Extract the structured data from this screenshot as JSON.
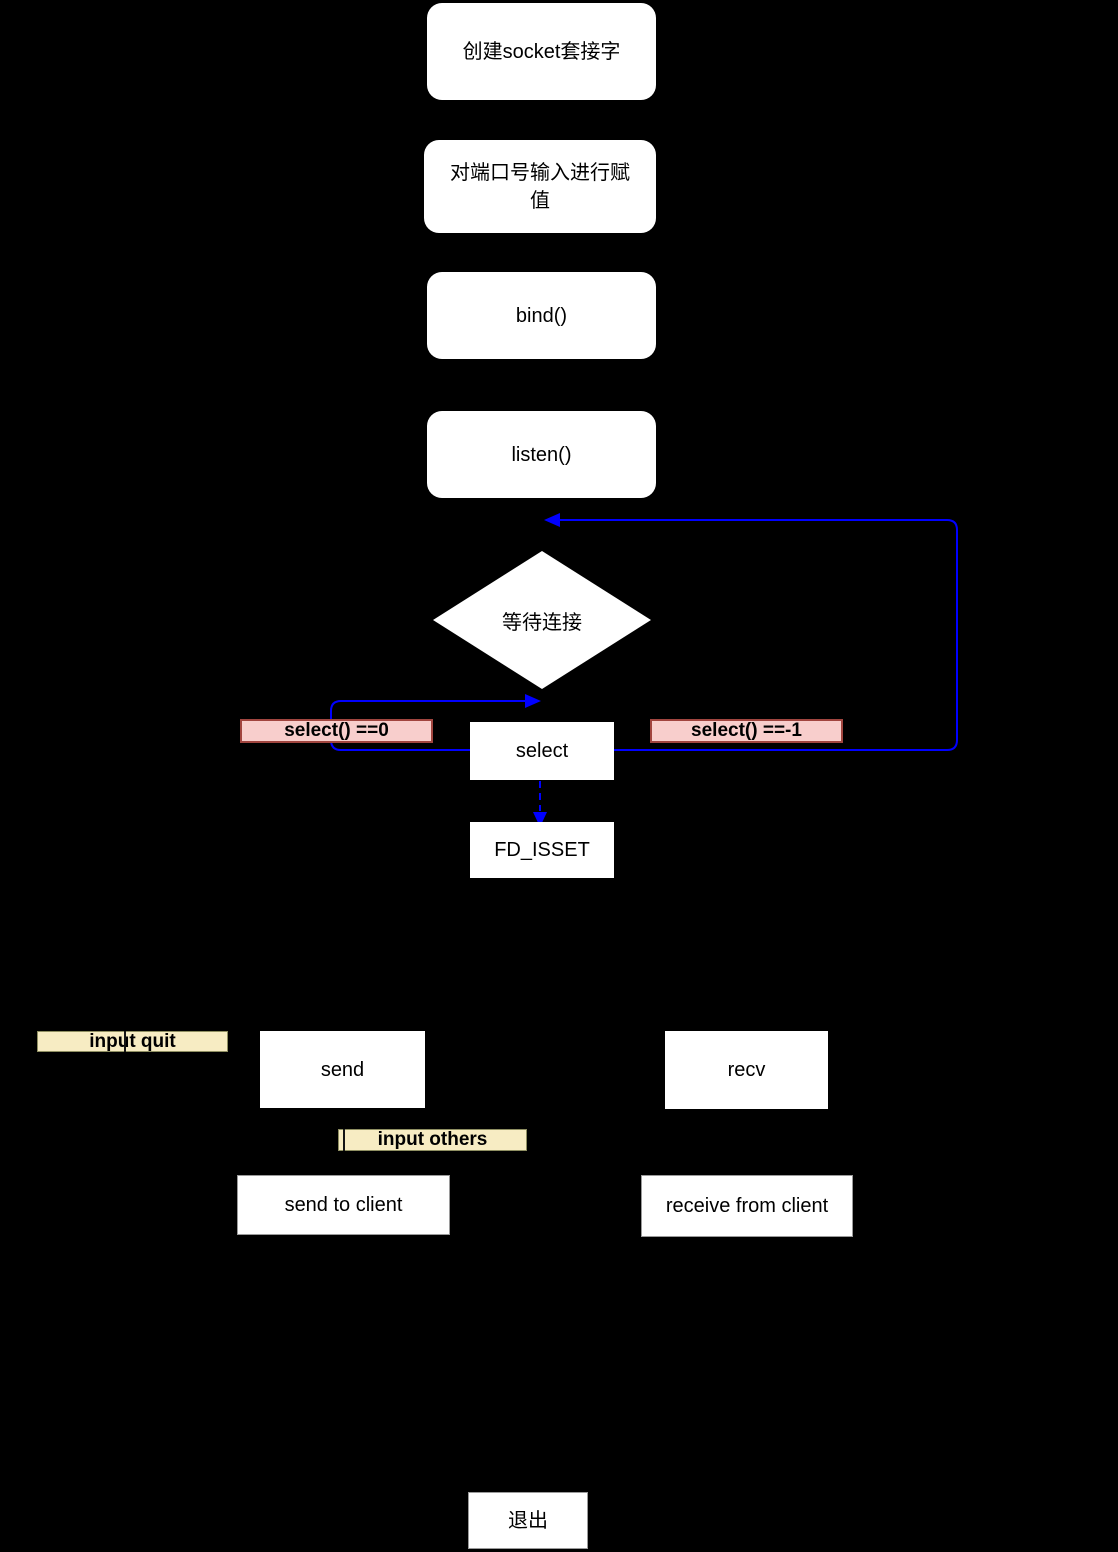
{
  "diagram": {
    "background_color": "#000000",
    "arrow_color": "#0000ff",
    "nodes": {
      "create_socket": {
        "label": "创建socket套接字",
        "shape": "rounded-rect"
      },
      "assign_port": {
        "label": "对端口号输入进行赋值",
        "shape": "rounded-rect"
      },
      "bind": {
        "label": "bind()",
        "shape": "rounded-rect"
      },
      "listen": {
        "label": "listen()",
        "shape": "rounded-rect"
      },
      "wait_connection": {
        "label": "等待连接",
        "shape": "diamond"
      },
      "select": {
        "label": "select",
        "shape": "rect"
      },
      "fd_isset": {
        "label": "FD_ISSET",
        "shape": "rect"
      },
      "send": {
        "label": "send",
        "shape": "rect"
      },
      "recv": {
        "label": "recv",
        "shape": "rect"
      },
      "send_to_client": {
        "label": "send to client",
        "shape": "rect"
      },
      "receive_from_client": {
        "label": "receive from client",
        "shape": "rect"
      },
      "exit": {
        "label": "退出",
        "shape": "rect"
      }
    },
    "edge_labels": {
      "select_eq_0": {
        "label": "select() ==0",
        "fill": "#f8cecc",
        "stroke": "#a1453f"
      },
      "select_eq_neg1": {
        "label": "select() ==-1",
        "fill": "#f8cecc",
        "stroke": "#a1453f"
      },
      "input_quit": {
        "label": "input quit",
        "fill": "#f7ecc3",
        "stroke": "#8f8f62"
      },
      "input_others": {
        "label": "input others",
        "fill": "#f7ecc3",
        "stroke": "#8f8f62"
      }
    }
  }
}
